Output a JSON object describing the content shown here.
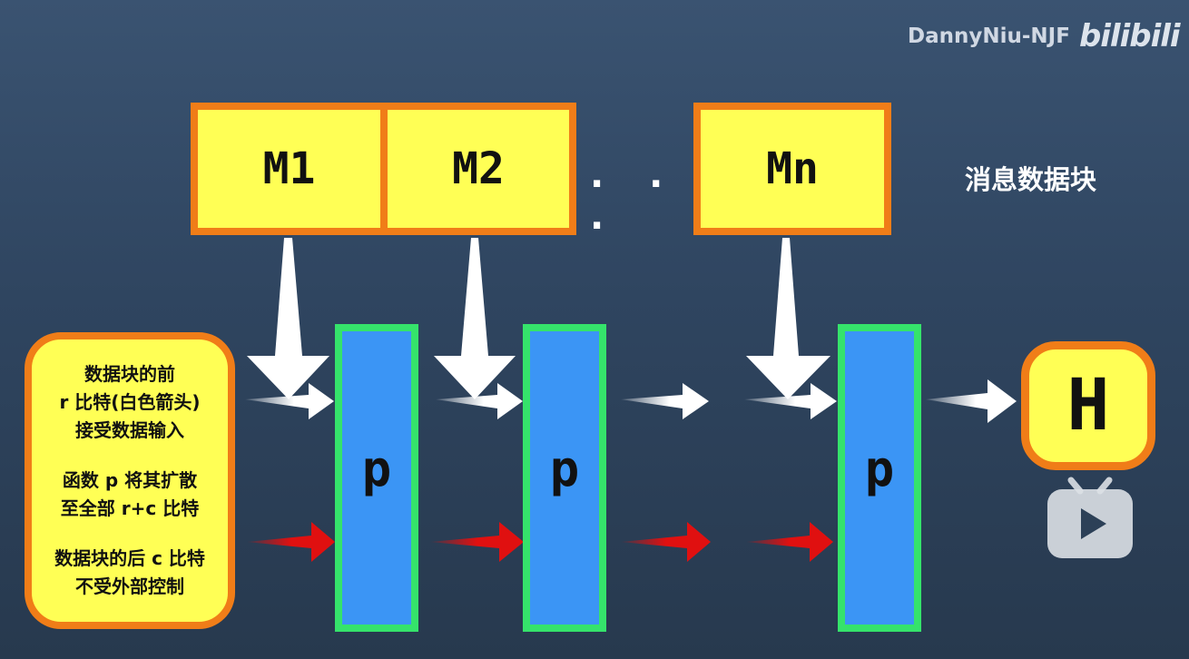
{
  "watermark": {
    "author": "DannyNiu-NJF",
    "logo": "bilibili"
  },
  "message_blocks": [
    "M1",
    "M2",
    "Mn"
  ],
  "ellipsis": ". . .",
  "message_label": "消息数据块",
  "permutation_label": "p",
  "note_lines": {
    "group1": [
      "数据块的前",
      "r 比特(白色箭头)",
      "接受数据输入"
    ],
    "group2": [
      "函数 p 将其扩散",
      "至全部 r+c 比特"
    ],
    "group3": [
      "数据块的后 c 比特",
      "不受外部控制"
    ]
  },
  "output_label": "H",
  "colors": {
    "block_fill": "#ffff55",
    "block_border": "#f07d18",
    "p_fill": "#3b95f5",
    "p_border": "#35e36b",
    "white_arrow": "#ffffff",
    "red_arrow": "#e01010"
  },
  "icons": [
    "play-icon"
  ]
}
